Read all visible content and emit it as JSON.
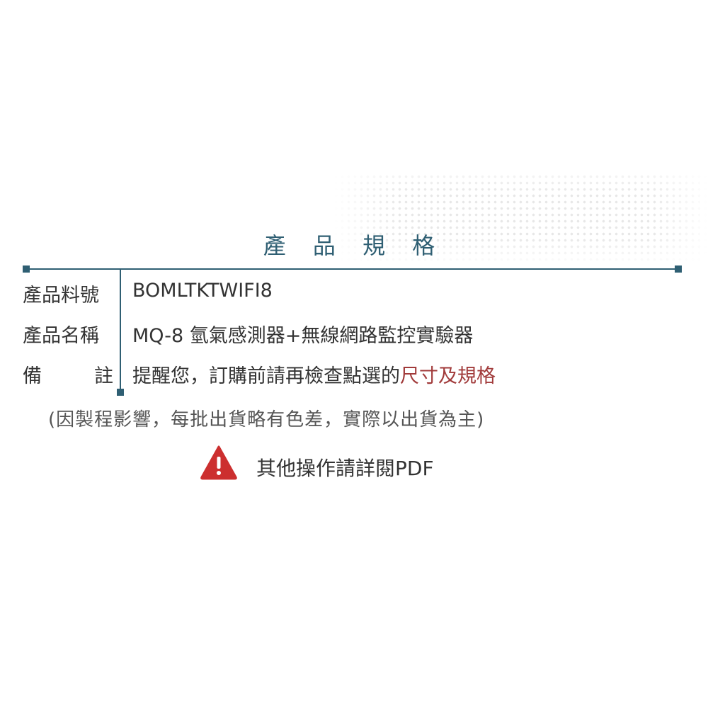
{
  "title": "產 品 規 格",
  "rows": [
    {
      "label": "產品料號",
      "value": "BOMLTKTWIFI8"
    },
    {
      "label": "產品名稱",
      "value": "MQ-8 氫氣感測器+無線網路監控實驗器"
    },
    {
      "label_chars": [
        "備",
        "註"
      ],
      "value_plain": "提醒您，訂購前請再檢查點選的",
      "value_highlight": "尺寸及規格"
    }
  ],
  "note": "(因製程影響，每批出貨略有色差，實際以出貨為主)",
  "pdf_notice": "其他操作請詳閱PDF",
  "colors": {
    "accent": "#2f5f73",
    "highlight": "#a13a3a",
    "warning": "#cc2f2f"
  },
  "icons": {
    "warning": "warning-triangle-icon"
  }
}
